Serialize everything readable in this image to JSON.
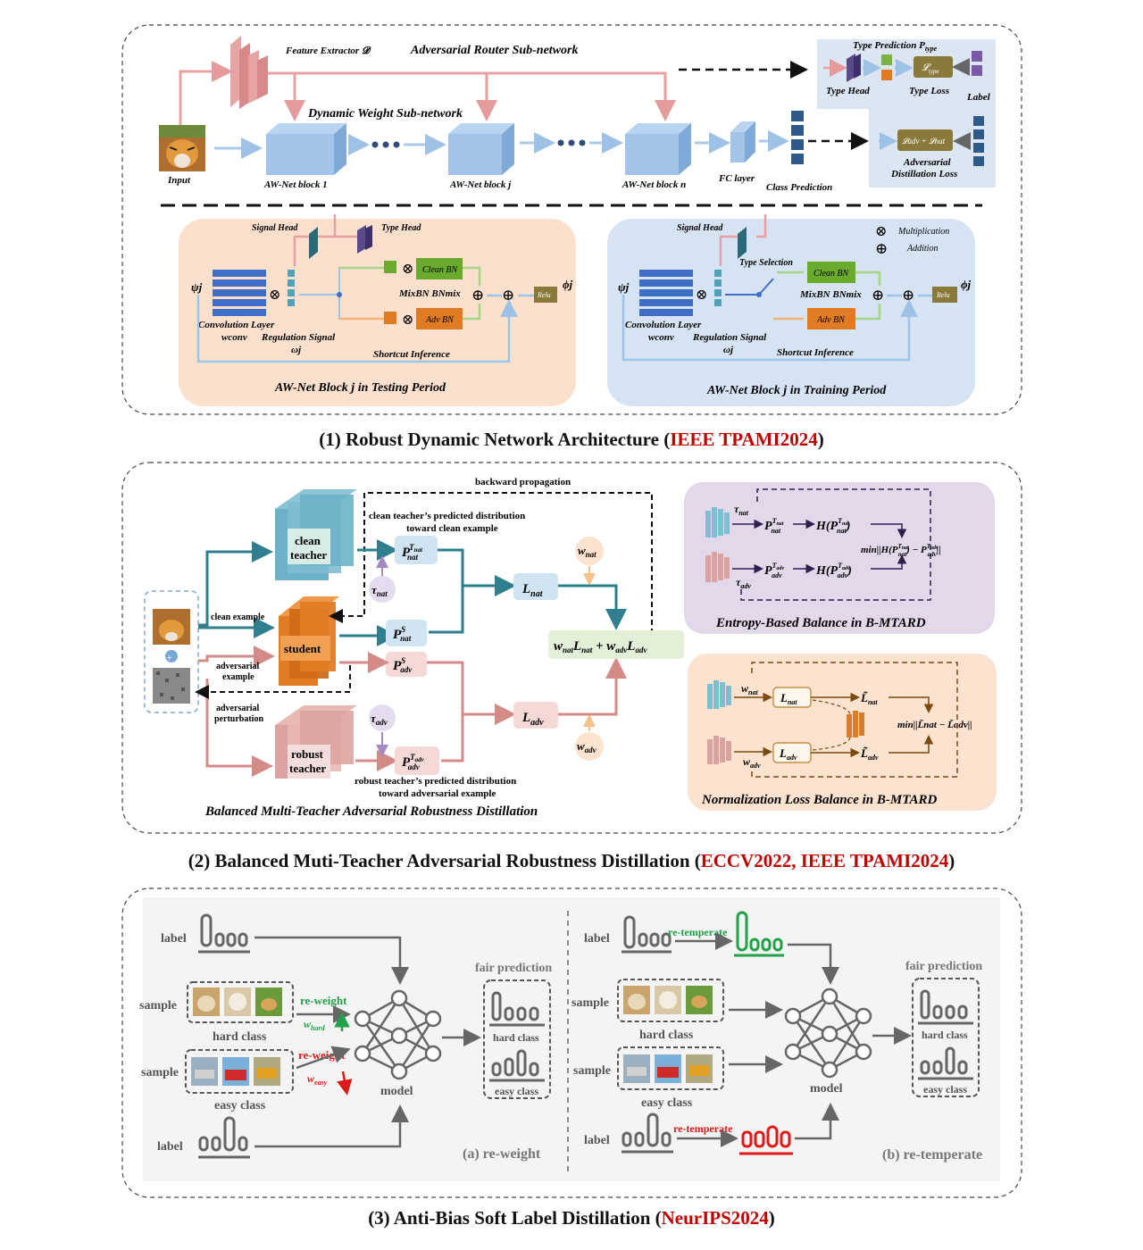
{
  "colors": {
    "red": "#c00000",
    "pink_arrow": "#e8a0a0",
    "blue_arrow": "#a9c8ea",
    "teal": "#2f7f8f",
    "salmon": "#d48a86",
    "orange": "#e07b24",
    "green": "#3a9a3a",
    "redlabel": "#d61a1a"
  },
  "panel1": {
    "feature_extractor": "Feature Extractor 𝓓",
    "router": "Adversarial Router Sub-network",
    "dynamic": "Dynamic Weight Sub-network",
    "input": "Input",
    "block1": "AW-Net block 1",
    "blockj": "AW-Net block j",
    "blockn": "AW-Net block n",
    "fc": "FC layer",
    "classpred": "Class Prediction",
    "type_pred": "Type Prediction P",
    "type_pred_sub": "type",
    "type_head": "Type Head",
    "type_loss": "Type Loss",
    "label": "Label",
    "l_type": "𝓛",
    "l_type_sub": "type",
    "adv_loss_box": "𝓛adv + 𝓛nat",
    "adv_dist_1": "Adversarial",
    "adv_dist_2": "Distillation Loss",
    "test": {
      "signal_head": "Signal Head",
      "type_head": "Type Head",
      "psi": "ψj",
      "phi": "ϕj",
      "conv": "Convolution Layer",
      "wconv": "wconv",
      "reg": "Regulation Signal",
      "omega": "ωj",
      "clean_bn": "Clean BN",
      "adv_bn": "Adv BN",
      "mixbn": "MixBN  BNmix",
      "relu": "Relu",
      "shortcut": "Shortcut Inference",
      "title": "AW-Net Block j  in Testing Period"
    },
    "train": {
      "signal_head": "Signal Head",
      "type_sel": "Type Selection",
      "psi": "ψj",
      "phi": "ϕj",
      "conv": "Convolution Layer",
      "wconv": "wconv",
      "reg": "Regulation Signal",
      "omega": "ωj",
      "clean_bn": "Clean BN",
      "adv_bn": "Adv BN",
      "mixbn": "MixBN  BNmix",
      "relu": "Relu",
      "shortcut": "Shortcut Inference",
      "title": "AW-Net Block j  in Training Period",
      "mult": "Multiplication",
      "add": "Addition"
    }
  },
  "caption1": {
    "pre": "(1) Robust  Dynamic Network Architecture (",
    "venue": "IEEE TPAMI2024",
    "post": ")"
  },
  "panel2": {
    "backward": "backward propagation",
    "clean_teacher_1": "clean",
    "clean_teacher_2": "teacher",
    "clean_dist_1": "clean teacher’s predicted distribution",
    "clean_dist_2": "toward clean example",
    "student": "student",
    "robust_1": "robust",
    "robust_2": "teacher",
    "robust_dist_1": "robust teacher’s predicted distribution",
    "robust_dist_2": "toward adversarial example",
    "clean_example": "clean example",
    "adv_example_1": "adversarial",
    "adv_example_2": "example",
    "adv_pert_1": "adversarial",
    "adv_pert_2": "perturbation",
    "p_nat_t": "P",
    "tau_nat": "τnat",
    "tau_adv": "τadv",
    "l_nat": "Lnat",
    "l_adv": "Ladv",
    "w_nat": "wnat",
    "w_adv": "wadv",
    "sum": "wnatLnat + wadvLadv",
    "title": "Balanced Multi-Teacher Adversarial Robustness Distillation",
    "entropy_title": "Entropy-Based Balance in B-MTARD",
    "norm_title": "Normalization Loss Balance in B-MTARD",
    "entropy_min": "min||H(P",
    "norm_min": "min||L̃nat − L̃adv||"
  },
  "caption2": {
    "pre": "(2) Balanced Muti-Teacher Adversarial Robustness Distillation (",
    "venue": "ECCV2022, IEEE TPAMI2024",
    "post": ")"
  },
  "panel3": {
    "label": "label",
    "sample": "sample",
    "hard_class": "hard class",
    "easy_class": "easy class",
    "re_weight": "re-weight",
    "w_hard": "whard",
    "w_easy": "weasy",
    "model": "model",
    "fair_prediction": "fair prediction",
    "re_temperate": "re-temperate",
    "tag_a": "(a) re-weight",
    "tag_b": "(b) re-temperate"
  },
  "caption3": {
    "pre": "(3) Anti-Bias Soft Label Distillation (",
    "venue": "NeurIPS2024",
    "post": ")"
  }
}
